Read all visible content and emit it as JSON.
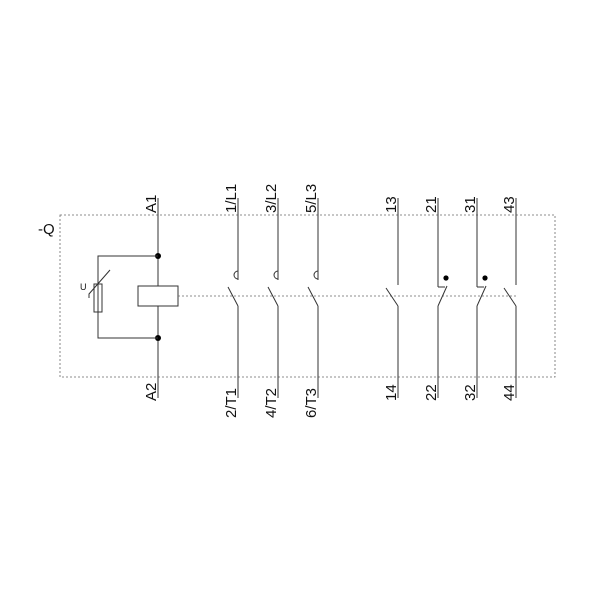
{
  "device": {
    "designation": "-Q"
  },
  "coil": {
    "top_terminal": "A1",
    "bottom_terminal": "A2",
    "varistor_label": "U"
  },
  "main_contacts": [
    {
      "top": "1/L1",
      "bottom": "2/T1"
    },
    {
      "top": "3/L2",
      "bottom": "4/T2"
    },
    {
      "top": "5/L3",
      "bottom": "6/T3"
    }
  ],
  "aux_contacts": [
    {
      "top": "13",
      "bottom": "14",
      "type": "NO"
    },
    {
      "top": "21",
      "bottom": "22",
      "type": "NC"
    },
    {
      "top": "31",
      "bottom": "32",
      "type": "NC"
    },
    {
      "top": "43",
      "bottom": "44",
      "type": "NO"
    }
  ],
  "colors": {
    "line": "#333333",
    "dashed_enclosure": "#6a6a6a",
    "text": "#111111"
  }
}
